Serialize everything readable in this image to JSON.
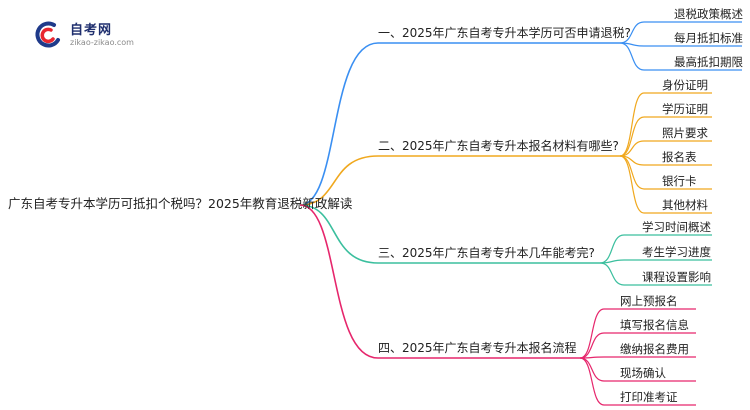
{
  "logo": {
    "title": "自考网",
    "subtitle": "zikao-zikao.com"
  },
  "mindmap": {
    "root": "广东自考专升本学历可抵扣个税吗？2025年教育退税新政解读",
    "branches": [
      {
        "label": "一、2025年广东自考专升本学历可否申请退税?",
        "color": "#3a8ff2",
        "leaves": [
          "退税政策概述",
          "每月抵扣标准",
          "最高抵扣期限"
        ]
      },
      {
        "label": "二、2025年广东自考专升本报名材料有哪些?",
        "color": "#f0a81e",
        "leaves": [
          "身份证明",
          "学历证明",
          "照片要求",
          "报名表",
          "银行卡",
          "其他材料"
        ]
      },
      {
        "label": "三、2025年广东自考专升本几年能考完?",
        "color": "#3bbf9e",
        "leaves": [
          "学习时间概述",
          "考生学习进度",
          "课程设置影响"
        ]
      },
      {
        "label": "四、2025年广东自考专升本报名流程",
        "color": "#e6266c",
        "leaves": [
          "网上预报名",
          "填写报名信息",
          "缴纳报名费用",
          "现场确认",
          "打印准考证"
        ]
      }
    ]
  }
}
